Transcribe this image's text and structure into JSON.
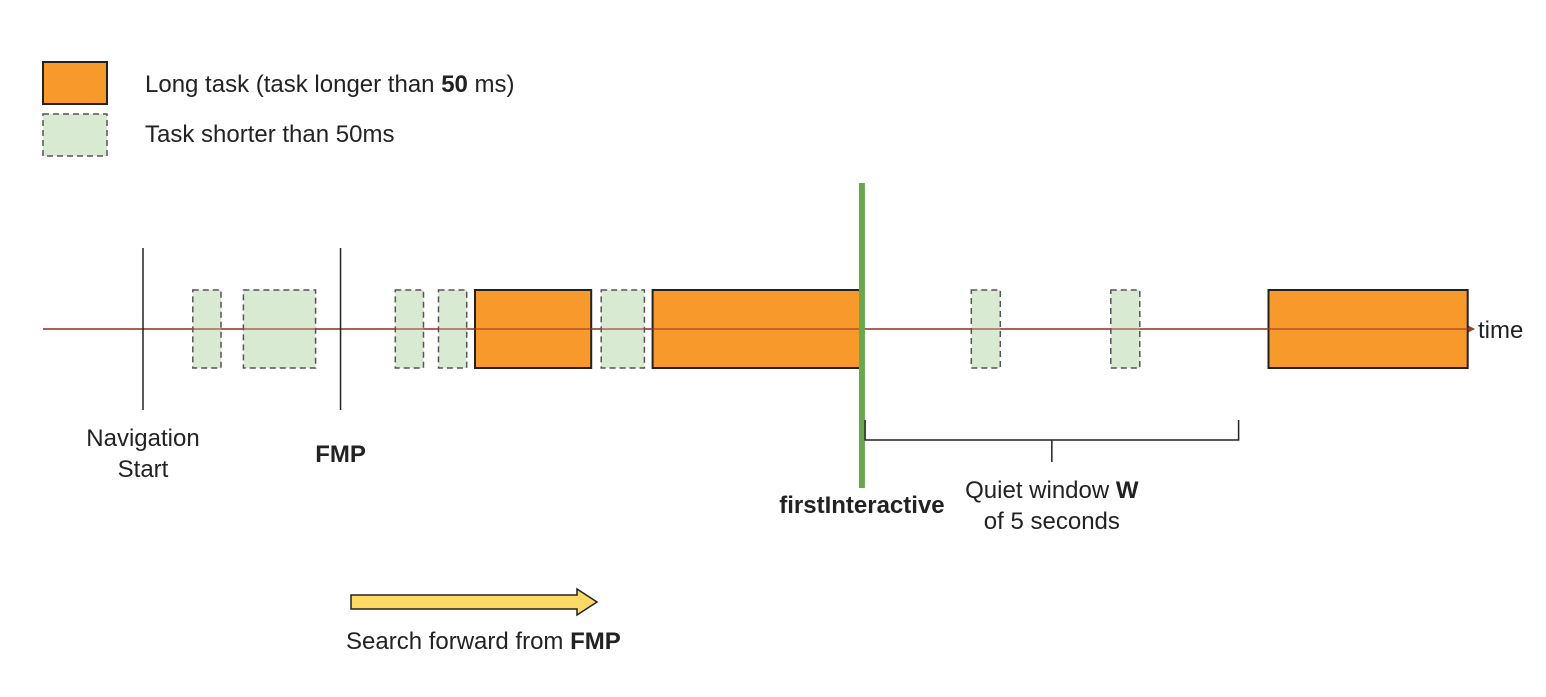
{
  "legend": {
    "long_task": {
      "text_before": "Long task (task longer than ",
      "text_bold": "50",
      "text_after": " ms)",
      "color": "#F7992B"
    },
    "short_task": {
      "text": "Task shorter than 50ms",
      "color": "#D9EAD3"
    }
  },
  "timeline": {
    "axis_label": "time",
    "axis_color": "#A03A2A",
    "tasks": [
      {
        "kind": "short",
        "start": 0.6,
        "end": 0.94
      },
      {
        "kind": "short",
        "start": 1.21,
        "end": 2.08
      },
      {
        "kind": "short",
        "start": 3.04,
        "end": 3.38
      },
      {
        "kind": "short",
        "start": 3.56,
        "end": 3.9
      },
      {
        "kind": "long",
        "start": 4.0,
        "end": 5.4
      },
      {
        "kind": "short",
        "start": 5.52,
        "end": 6.04
      },
      {
        "kind": "long",
        "start": 6.14,
        "end": 8.65
      },
      {
        "kind": "short",
        "start": 9.98,
        "end": 10.33
      },
      {
        "kind": "short",
        "start": 11.66,
        "end": 12.01
      },
      {
        "kind": "long",
        "start": 13.56,
        "end": 15.96
      }
    ],
    "markers": {
      "navigation_start": {
        "line1": "Navigation",
        "line2": "Start",
        "t": 0
      },
      "fmp": {
        "label": "FMP",
        "t": 2.38
      },
      "first_interactive": {
        "label": "firstInteractive",
        "t": 8.65,
        "color": "#6AA84F"
      }
    },
    "quiet_window": {
      "line1_before": "Quiet window ",
      "line1_bold": "W",
      "line2": "of 5 seconds",
      "start": 8.7,
      "end": 13.2
    }
  },
  "search": {
    "text_before": "Search forward from ",
    "text_bold": "FMP",
    "arrow_color": "#FFD966"
  }
}
